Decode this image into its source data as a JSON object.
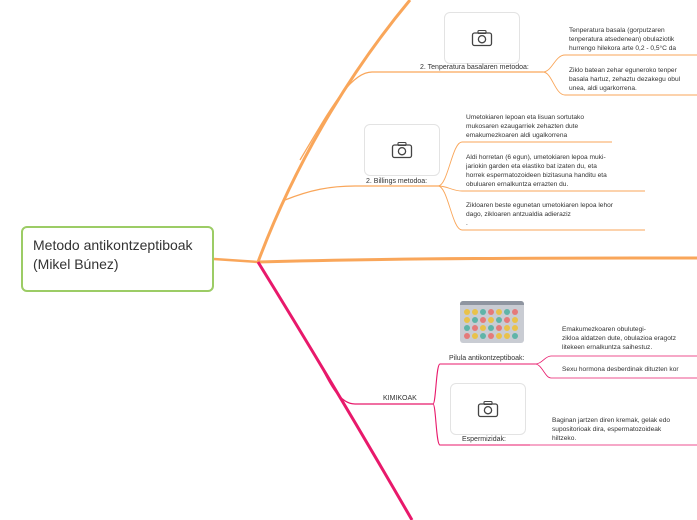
{
  "root": {
    "title": "Metodo antikontzeptiboak (Mikel Búnez)"
  },
  "branches": {
    "natural": {
      "tenperatura": {
        "label": "2. Tenperatura basalaren metodoa:",
        "icon": "camera-icon",
        "notes": [
          "Tenperatura basala (gorputzaren\n tenperatura atsedenean) obulaziotik\n hurrengo hilekora arte 0,2 - 0,5°C da",
          "Ziklo batean zehar eguneroko tenper\nbasala hartuz, zehaztu dezakegu obul\nunea, aldi ugarkorrena."
        ]
      },
      "billings": {
        "label": "2. Billings metodoa:",
        "icon": "camera-icon",
        "notes": [
          "Umetokiaren lepoan eta lisuan sortutako\n mukosaren ezaugarriek zehazten dute\n emakumezkoaren aldi ugalkorrena",
          "Aldi horretan (6 egun), umetokiaren lepoa muki-\njariokin garden eta elastiko bat izaten du, eta\nhorrek espermatozoideen bizitasuna handitu eta\nobuluaren ernalkuntza errazten du.",
          "Zikloaren beste egunetan umetokiaren lepoa lehor\ndago, zikloaren antzualdia adieraziz\n."
        ]
      }
    },
    "kimikoak": {
      "label": "KIMIKOAK",
      "pilula": {
        "label": "Pilula antikontzeptiboak:",
        "notes": [
          "Emakumezkoaren obulutegi-\nzikloa aldatzen dute, obulazioa eragotz\nlitekeen ernalkuntza saihestuz.",
          "Sexu hormona desberdinak dituzten kor"
        ]
      },
      "espermizidak": {
        "label": "Espermizidak:",
        "icon": "camera-icon",
        "notes": [
          "Baginan jartzen diren kremak, gelak edo\nsupositorioak dira, espermatozoideak\nhiltzeko."
        ]
      }
    }
  },
  "colors": {
    "orange": "#f9a65a",
    "pink": "#e8196b",
    "green": "#9ccc65"
  }
}
